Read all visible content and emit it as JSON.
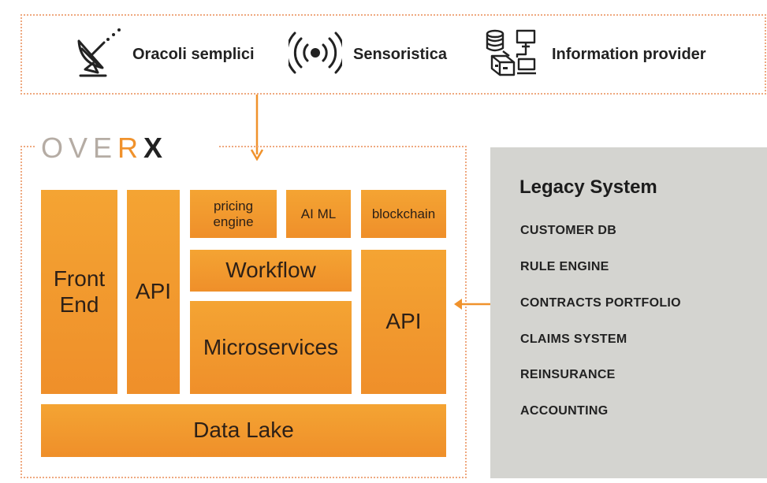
{
  "sources": [
    {
      "label": "Oracoli semplici",
      "icon": "satellite-dish-icon"
    },
    {
      "label": "Sensoristica",
      "icon": "signal-broadcast-icon"
    },
    {
      "label": "Information provider",
      "icon": "database-network-icon"
    }
  ],
  "logo": {
    "part1": "OVE",
    "part2": "R",
    "part3": "X"
  },
  "blocks": {
    "front_end": [
      "Front",
      "End"
    ],
    "api_left": "API",
    "pricing_engine": [
      "pricing",
      "engine"
    ],
    "ai_ml": "AI ML",
    "blockchain": "blockchain",
    "workflow": "Workflow",
    "microservices": "Microservices",
    "api_right": "API",
    "data_lake": "Data Lake"
  },
  "legacy": {
    "title": "Legacy System",
    "items": [
      "CUSTOMER DB",
      "RULE ENGINE",
      "CONTRACTS PORTFOLIO",
      "CLAIMS SYSTEM",
      "REINSURANCE",
      "ACCOUNTING"
    ]
  },
  "colors": {
    "accent": "#f0922c",
    "block": "#f4a433",
    "legacy_bg": "#d4d4d0",
    "dotted": "#efa980"
  }
}
